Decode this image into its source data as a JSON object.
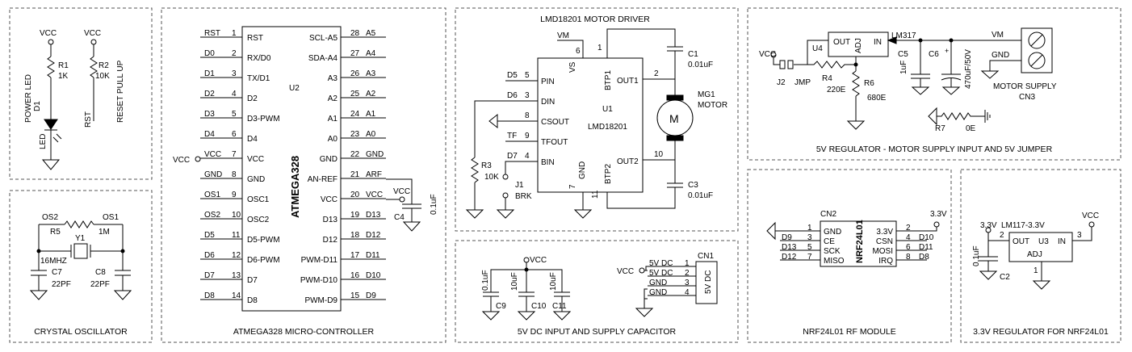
{
  "accent": "#000000",
  "frame_color": "#555555",
  "sections": {
    "power_led": {
      "vcc1": "VCC",
      "vcc2": "VCC",
      "r1": "R1",
      "r1v": "1K",
      "r2": "R2",
      "r2v": "10K",
      "d1": "D1",
      "led": "LED",
      "power_led_label": "POWER LED",
      "rst": "RST",
      "reset_pullup": "RESET PULL UP"
    },
    "crystal": {
      "os2": "OS2",
      "os1": "OS1",
      "r5": "R5",
      "r5v": "1M",
      "y1": "Y1",
      "freq": "16MHZ",
      "c7": "C7",
      "c7v": "22PF",
      "c8": "C8",
      "c8v": "22PF",
      "title": "CRYSTAL OSCILLATOR"
    },
    "mcu": {
      "chip": "ATMEGA328",
      "ref": "U2",
      "vcc_left": "VCC",
      "vcc_right": "VCC",
      "c4": "C4",
      "c4v": "0.1uF",
      "title": "ATMEGA328 MICRO-CONTROLLER",
      "left_pins": [
        {
          "net": "RST",
          "num": "1",
          "name": "RST"
        },
        {
          "net": "D0",
          "num": "2",
          "name": "RX/D0"
        },
        {
          "net": "D1",
          "num": "3",
          "name": "TX/D1"
        },
        {
          "net": "D2",
          "num": "4",
          "name": "D2"
        },
        {
          "net": "D3",
          "num": "5",
          "name": "D3-PWM"
        },
        {
          "net": "D4",
          "num": "6",
          "name": "D4"
        },
        {
          "net": "VCC",
          "num": "7",
          "name": "VCC"
        },
        {
          "net": "GND",
          "num": "8",
          "name": "GND"
        },
        {
          "net": "OS1",
          "num": "9",
          "name": "OSC1"
        },
        {
          "net": "OS2",
          "num": "10",
          "name": "OSC2"
        },
        {
          "net": "D5",
          "num": "11",
          "name": "D5-PWM"
        },
        {
          "net": "D6",
          "num": "12",
          "name": "D6-PWM"
        },
        {
          "net": "D7",
          "num": "13",
          "name": "D7"
        },
        {
          "net": "D8",
          "num": "14",
          "name": "D8"
        }
      ],
      "right_pins": [
        {
          "net": "A5",
          "num": "28",
          "name": "SCL-A5"
        },
        {
          "net": "A4",
          "num": "27",
          "name": "SDA-A4"
        },
        {
          "net": "A3",
          "num": "26",
          "name": "A3"
        },
        {
          "net": "A2",
          "num": "25",
          "name": "A2"
        },
        {
          "net": "A1",
          "num": "24",
          "name": "A1"
        },
        {
          "net": "A0",
          "num": "23",
          "name": "A0"
        },
        {
          "net": "GND",
          "num": "22",
          "name": "GND"
        },
        {
          "net": "ARF",
          "num": "21",
          "name": "AN-REF"
        },
        {
          "net": "VCC",
          "num": "20",
          "name": "VCC"
        },
        {
          "net": "D13",
          "num": "19",
          "name": "D13"
        },
        {
          "net": "D12",
          "num": "18",
          "name": "D12"
        },
        {
          "net": "D11",
          "num": "17",
          "name": "PWM-D11"
        },
        {
          "net": "D10",
          "num": "16",
          "name": "PWM-D10"
        },
        {
          "net": "D9",
          "num": "15",
          "name": "PWM-D9"
        }
      ]
    },
    "motor_driver": {
      "title": "LMD18201 MOTOR DRIVER",
      "vm": "VM",
      "p6": "6",
      "p1": "1",
      "p2": "2",
      "p10": "10",
      "p7": "7",
      "p11": "11",
      "p5": "5",
      "p3": "3",
      "p8": "8",
      "p9": "9",
      "p4": "4",
      "d5": "D5",
      "d6": "D6",
      "tf": "TF",
      "d7": "D7",
      "pin": "PIN",
      "din": "DIN",
      "csout": "CSOUT",
      "tfout": "TFOUT",
      "bin": "BIN",
      "vs": "VS",
      "btp1": "BTP1",
      "btp2": "BTP2",
      "out1": "OUT1",
      "out2": "OUT2",
      "gnd": "GND",
      "u1": "U1",
      "chip": "LMD18201",
      "c1": "C1",
      "c1v": "0.01uF",
      "c3": "C3",
      "c3v": "0.01uF",
      "mg1": "MG1",
      "motor": "MOTOR",
      "m": "M",
      "r3": "R3",
      "r3v": "10K",
      "j1": "J1",
      "brk": "BRK"
    },
    "regulator5v": {
      "title": "5V REGULATOR - MOTOR SUPPLY INPUT AND 5V JUMPER",
      "lm317": "LM317",
      "u4": "U4",
      "out": "OUT",
      "adj": "ADJ",
      "in": "IN",
      "vm": "VM",
      "gnd": "GND",
      "vcc": "VCC",
      "j2": "J2",
      "jmp": "JMP",
      "r4": "R4",
      "r4v": "220E",
      "r6": "R6",
      "r6v": "680E",
      "c5": "C5",
      "c5v": "1uF",
      "c6": "C6",
      "c6v": "470uF/50V",
      "motor_supply": "MOTOR SUPPLY",
      "cn3": "CN3",
      "r7": "R7",
      "r7v": "0E"
    },
    "supply5v": {
      "title": "5V DC INPUT AND SUPPLY CAPACITOR",
      "vcc": "VCC",
      "vcc2": "VCC",
      "c9": "C9",
      "c9v": "0.1uF",
      "c10": "C10",
      "c10v": "10uF",
      "c11": "C11",
      "c11v": "10uF",
      "cn1": "CN1",
      "conn": "5V DC",
      "pins": [
        {
          "net": "5V DC",
          "num": "1"
        },
        {
          "net": "5V DC",
          "num": "2"
        },
        {
          "net": "GND",
          "num": "3"
        },
        {
          "net": "GND",
          "num": "4"
        }
      ]
    },
    "nrf": {
      "title": "NRF24L01 RF MODULE",
      "cn2": "CN2",
      "chip": "NRF24L01",
      "v33": "3.3V",
      "left": [
        {
          "net": "",
          "num": "1",
          "name": "GND"
        },
        {
          "net": "D9",
          "num": "3",
          "name": "CE"
        },
        {
          "net": "D13",
          "num": "5",
          "name": "SCK"
        },
        {
          "net": "D12",
          "num": "7",
          "name": "MISO"
        }
      ],
      "right": [
        {
          "name": "3.3V",
          "num": "2",
          "net": ""
        },
        {
          "name": "CSN",
          "num": "4",
          "net": "D10"
        },
        {
          "name": "MOSI",
          "num": "6",
          "net": "D11"
        },
        {
          "name": "IRQ",
          "num": "8",
          "net": "D8"
        }
      ]
    },
    "reg33": {
      "title": "3.3V REGULATOR FOR NRF24L01",
      "v33": "3.3V",
      "vcc": "VCC",
      "chip": "LM117-3.3V",
      "u3": "U3",
      "out": "OUT",
      "in": "IN",
      "adj": "ADJ",
      "p1": "1",
      "p2": "2",
      "p3": "3",
      "c2": "C2",
      "c2v": "0.1uF"
    }
  }
}
